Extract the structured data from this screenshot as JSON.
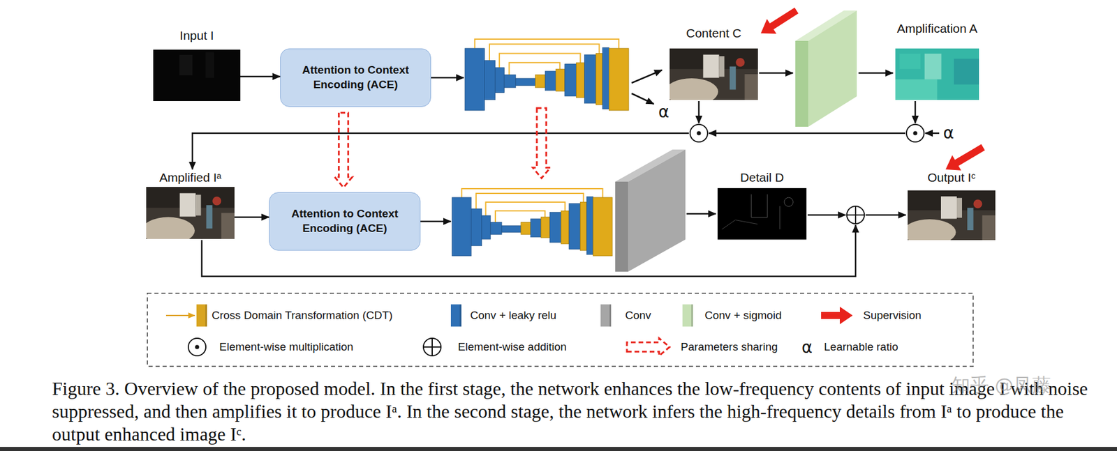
{
  "diagram": {
    "caption": "Figure 3. Overview of the proposed model. In the first stage, the network enhances the low-frequency contents of input image I with noise suppressed, and then amplifies it to produce Iᵃ. In the second stage, the network infers the high-frequency details from Iᵃ to produce the output enhanced image Iᶜ.",
    "nodes": [
      {
        "text": [
          "Input I"
        ]
      },
      {
        "text": [
          "Attention to Context Encoding (ACE)"
        ]
      },
      {
        "text": [
          "Content C"
        ]
      },
      {
        "text": [
          "Amplification A"
        ]
      },
      {
        "text": [
          "Amplified Iᵃ"
        ]
      },
      {
        "text": [
          "Attention to Context Encoding (ACE)"
        ]
      },
      {
        "text": [
          "Detail D"
        ]
      },
      {
        "text": [
          "Output Iᶜ"
        ]
      }
    ],
    "edges": [
      {
        "from": 0,
        "to": 1,
        "arrow": "to"
      },
      {
        "from": 1,
        "to": 5,
        "arrow": "to"
      },
      {
        "from": 4,
        "to": 5,
        "arrow": "to"
      }
    ],
    "labels": [
      "α",
      "α",
      "α",
      "知乎 @凤藤"
    ],
    "legend": [
      {
        "text": "Cross Domain Transformation (CDT)",
        "color": "#d9a520"
      },
      {
        "text": "Conv + leaky relu",
        "color": "#2e70b5"
      },
      {
        "text": "Conv",
        "color": "#a6a6a6"
      },
      {
        "text": "Conv + sigmoid",
        "color": "#c6e0b4"
      },
      {
        "text": "Supervision"
      },
      {
        "text": "Element-wise multiplication"
      },
      {
        "text": "Element-wise addition"
      },
      {
        "text": "Parameters sharing"
      },
      {
        "text": "Learnable ratio"
      }
    ]
  }
}
